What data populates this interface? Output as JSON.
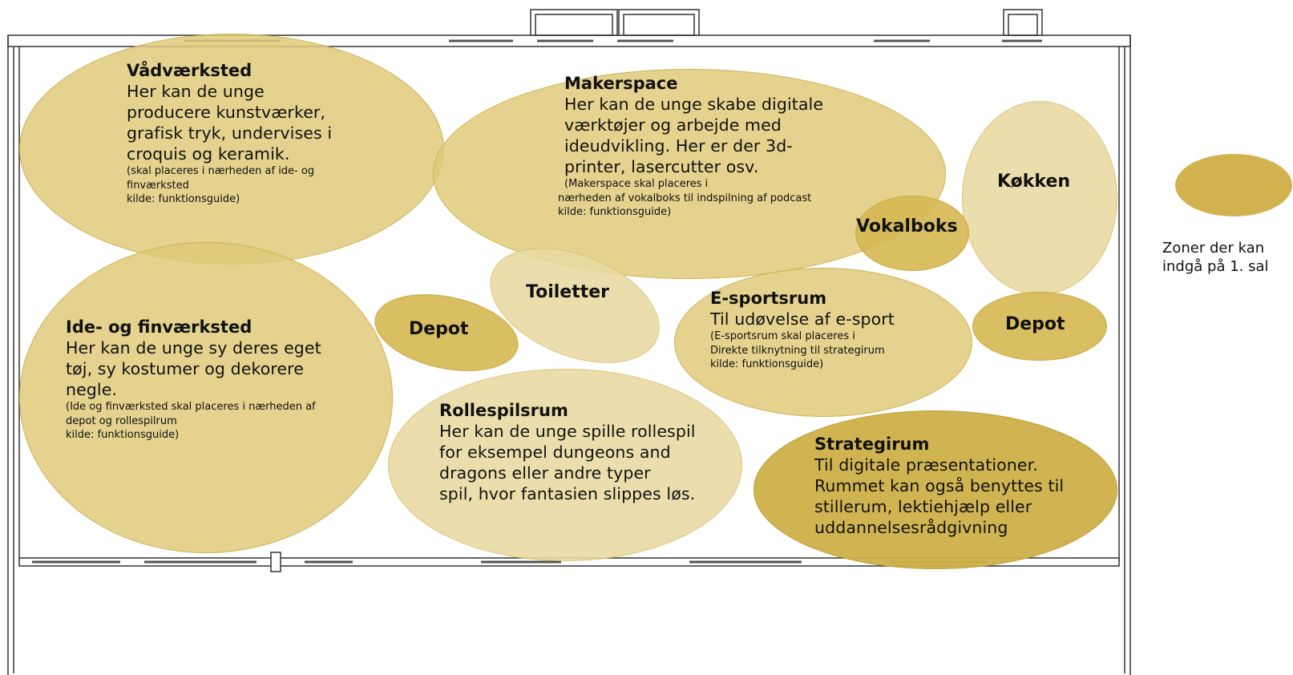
{
  "zones": {
    "vaadvaerksted": {
      "title": "Vådværksted",
      "body": [
        "Her kan de unge",
        "producere kunstværker,",
        "grafisk tryk, undervises i",
        "croquis og keramik."
      ],
      "note": [
        "(skal placeres i nærheden af ide- og",
        "finværksted",
        "kilde: funktionsguide)"
      ]
    },
    "makerspace": {
      "title": "Makerspace",
      "body": [
        "Her kan de unge skabe digitale",
        "værktøjer og arbejde med",
        "ideudvikling. Her er der 3d-",
        "printer, lasercutter osv."
      ],
      "note": [
        "(Makerspace skal placeres i",
        "nærheden af vokalboks til indspilning af podcast",
        "kilde: funktionsguide)"
      ]
    },
    "koekken": {
      "title": "Køkken"
    },
    "vokalboks": {
      "title": "Vokalboks"
    },
    "toiletter": {
      "title": "Toiletter"
    },
    "depot_left": {
      "title": "Depot"
    },
    "depot_right": {
      "title": "Depot"
    },
    "ide_finvaerksted": {
      "title": "Ide- og finværksted",
      "body": [
        "Her kan de unge sy deres eget",
        "tøj, sy kostumer og dekorere",
        "negle."
      ],
      "note": [
        "(Ide og finværksted skal placeres i nærheden af",
        "depot og rollespilrum",
        "kilde: funktionsguide)"
      ]
    },
    "esportsrum": {
      "title": "E-sportsrum",
      "body": [
        "Til udøvelse af e-sport"
      ],
      "note": [
        "(E-sportsrum skal placeres i",
        "Direkte tilknytning til strategirum",
        "kilde: funktionsguide)"
      ]
    },
    "rollespilsrum": {
      "title": "Rollespilsrum",
      "body": [
        "Her kan de unge spille rollespil",
        "for eksempel dungeons and",
        "dragons eller andre typer",
        "spil, hvor fantasien slippes løs."
      ]
    },
    "strategirum": {
      "title": "Strategirum",
      "body": [
        "Til digitale  præsentationer.",
        "Rummet kan også benyttes til",
        "stillerum, lektiehjælp eller",
        "uddannelsesrådgivning"
      ]
    }
  },
  "legend": {
    "color": "#d2b24e",
    "lines": [
      "Zoner der kan",
      "indgå på 1. sal"
    ]
  },
  "colors": {
    "zone_light": "#e8daa0",
    "zone_mid": "#dfca7a",
    "zone_dark": "#d6b955",
    "legend": "#d2b24e"
  }
}
